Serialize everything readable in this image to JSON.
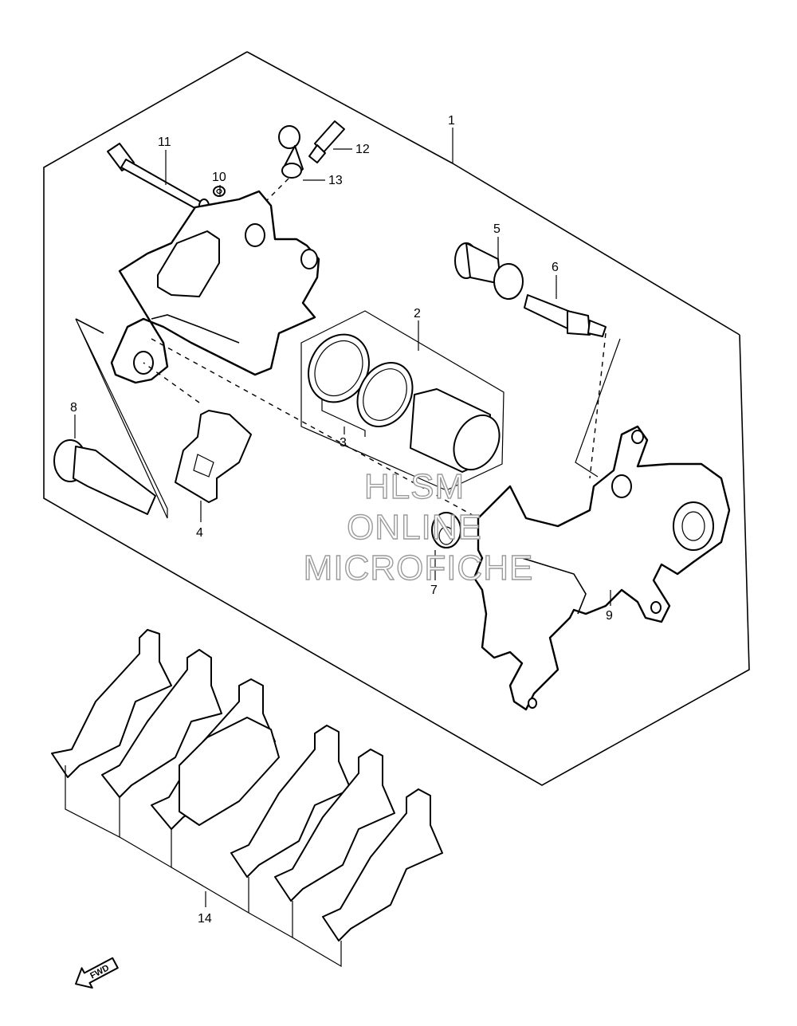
{
  "callouts": {
    "c1": "1",
    "c2": "2",
    "c3": "3",
    "c4": "4",
    "c5": "5",
    "c6": "6",
    "c7": "7",
    "c8": "8",
    "c9": "9",
    "c10": "10",
    "c11": "11",
    "c12": "12",
    "c13": "13",
    "c14": "14"
  },
  "watermark": {
    "line1": "HLSM",
    "line2": "ONLINE",
    "line3": "MICROFICHE"
  },
  "fwd_label": "FWD",
  "icons": {
    "forward_arrow": "fwd-arrow-icon"
  }
}
